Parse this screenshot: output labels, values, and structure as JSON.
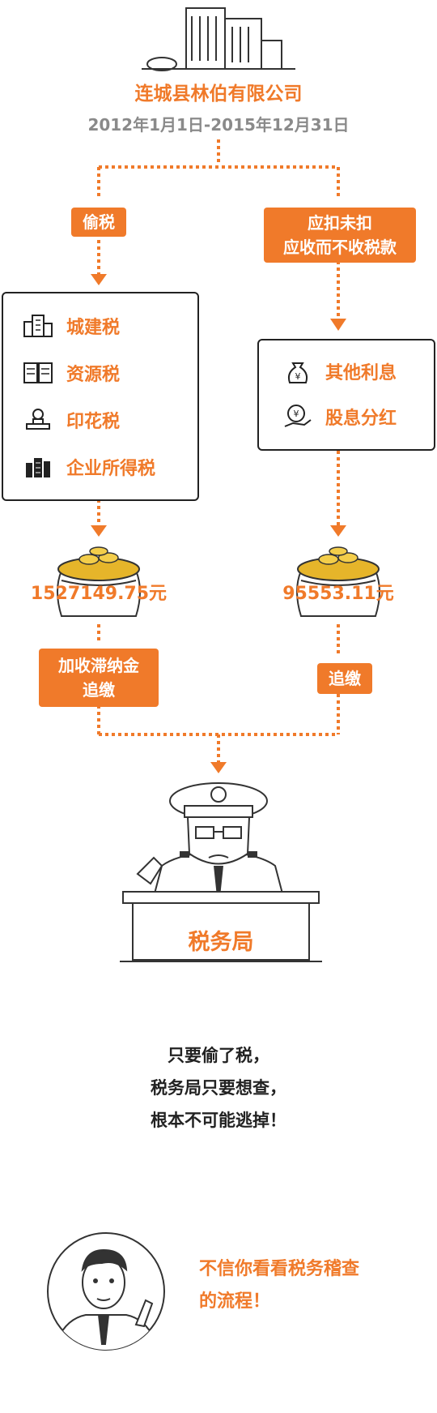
{
  "header": {
    "company": "连城县林伯有限公司",
    "period": "2012年1月1日-2015年12月31日"
  },
  "left_branch": {
    "tag": "偷税",
    "items": [
      {
        "label": "城建税",
        "icon": "building-icon"
      },
      {
        "label": "资源税",
        "icon": "book-icon"
      },
      {
        "label": "印花税",
        "icon": "stamp-icon"
      },
      {
        "label": "企业所得税",
        "icon": "office-tower-icon"
      }
    ],
    "amount": "1527149.75元",
    "action_line1": "加收滞纳金",
    "action_line2": "追缴"
  },
  "right_branch": {
    "tag_line1": "应扣未扣",
    "tag_line2": "应收而不收税款",
    "items": [
      {
        "label": "其他利息",
        "icon": "money-bag-icon"
      },
      {
        "label": "股息分红",
        "icon": "coin-hand-icon"
      }
    ],
    "amount": "95553.11元",
    "action": "追缴"
  },
  "bureau": {
    "label": "税务局"
  },
  "slogan": [
    "只要偷了税，",
    "税务局只要想查，",
    "根本不可能逃掉！"
  ],
  "cta": [
    "不信你看看税务稽查",
    "的流程！"
  ],
  "colors": {
    "accent": "#f07a2a",
    "gold": "#e6b52a",
    "ink": "#222222"
  }
}
